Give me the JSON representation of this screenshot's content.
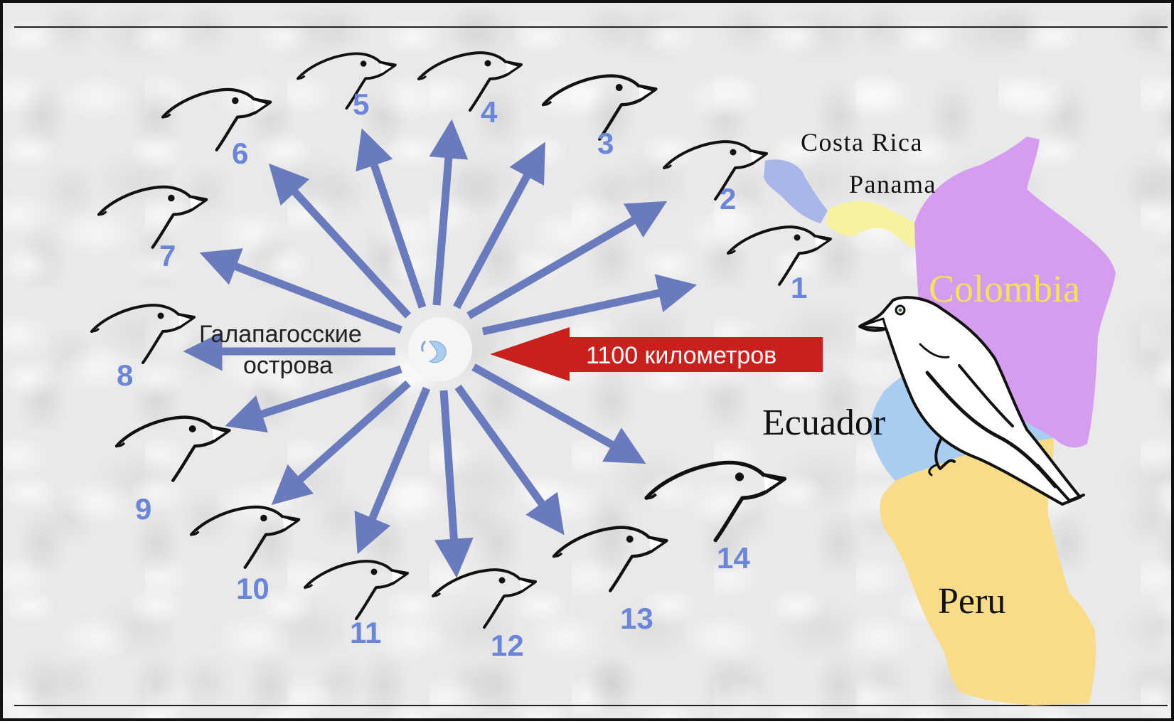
{
  "diagram": {
    "island_label_line1": "Галапагосские",
    "island_label_line2": "острова",
    "distance_label": "1100 километров",
    "countries": [
      {
        "name": "Costa Rica"
      },
      {
        "name": "Panama"
      },
      {
        "name": "Colombia"
      },
      {
        "name": "Ecuador"
      },
      {
        "name": "Peru"
      }
    ],
    "birds": [
      {
        "number": "1"
      },
      {
        "number": "2"
      },
      {
        "number": "3"
      },
      {
        "number": "4"
      },
      {
        "number": "5"
      },
      {
        "number": "6"
      },
      {
        "number": "7"
      },
      {
        "number": "8"
      },
      {
        "number": "9"
      },
      {
        "number": "10"
      },
      {
        "number": "11"
      },
      {
        "number": "12"
      },
      {
        "number": "13"
      },
      {
        "number": "14"
      }
    ]
  },
  "colors": {
    "arrow": "#6a7bbd",
    "number": "#6b86d9",
    "distance_arrow": "#c8201c",
    "costa_rica": "#a9b6e8",
    "panama": "#f7f2a0",
    "colombia": "#d69cf0",
    "colombia_label": "#f3e35a",
    "ecuador": "#a9cdf0",
    "peru": "#f9dc8a"
  }
}
